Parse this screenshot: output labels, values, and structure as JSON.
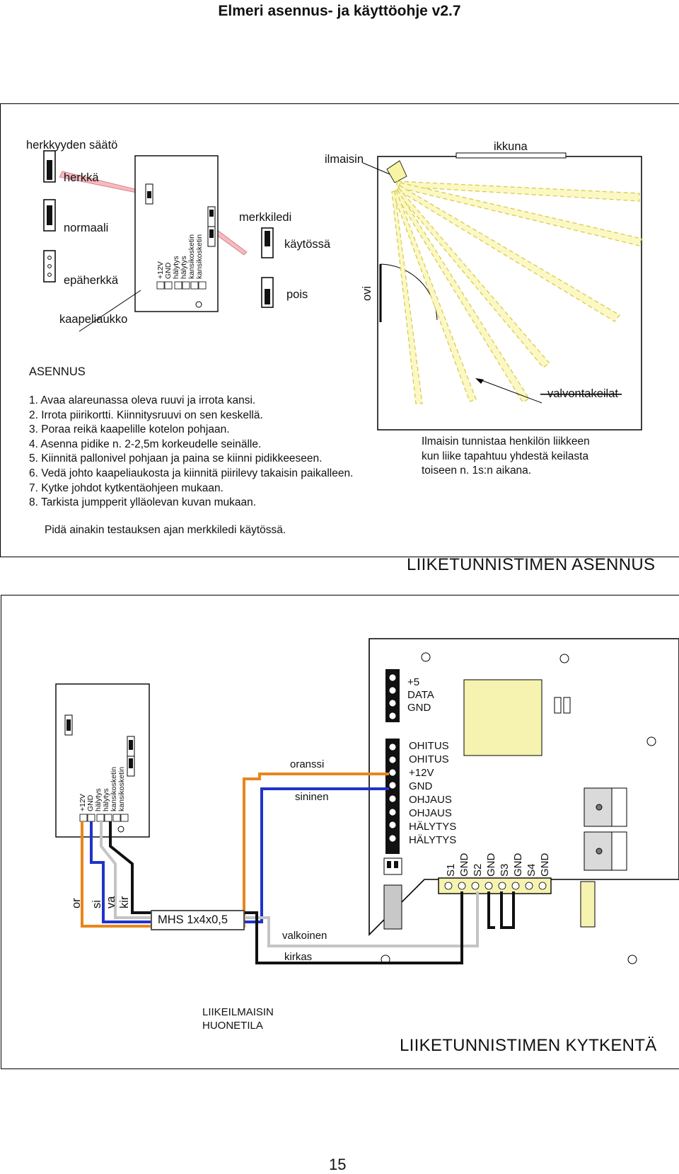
{
  "doc_title": "Elmeri asennus- ja käyttöohje v2.7",
  "section1": {
    "heading": "LIIKETUNNISTIMEN ASENNUS",
    "labels": {
      "sensitivity": "herkkyyden säätö",
      "sensitive": "herkkä",
      "normal": "normaali",
      "insensitive": "epäherkkä",
      "cable_hole": "kaapeliaukko",
      "detector": "ilmaisin",
      "indicator_led": "merkkiledi",
      "in_use": "käytössä",
      "off": "pois",
      "window": "ikkuna",
      "door": "ovi",
      "beams": "valvontakeilat"
    },
    "terminal_labels": [
      "+12V",
      "GND",
      "hälytys",
      "hälytys",
      "kansikosketin",
      "kansikosketin"
    ],
    "assembly_heading": "ASENNUS",
    "steps": [
      "1. Avaa alareunassa oleva ruuvi ja irrota kansi.",
      "2. Irrota piirikortti. Kiinnitysruuvi on sen keskellä.",
      "3. Poraa reikä kaapelille kotelon pohjaan.",
      "4. Asenna pidike n. 2-2,5m korkeudelle seinälle.",
      "5. Kiinnitä pallonivel pohjaan ja paina se kiinni pidikkeeseen.",
      "6. Vedä johto kaapeliaukosta ja kiinnitä piirilevy takaisin paikalleen.",
      "7. Kytke johdot kytkentäohjeen mukaan.",
      "8. Tarkista jumpperit ylläolevan kuvan mukaan."
    ],
    "note_led": "Pidä ainakin testauksen ajan merkkiledi käytössä.",
    "detection_note": [
      "Ilmaisin tunnistaa henkilön liikkeen",
      "kun liike tapahtuu yhdestä keilasta",
      "toiseen n. 1s:n aikana."
    ]
  },
  "section2": {
    "heading": "LIIKETUNNISTIMEN KYTKENTÄ",
    "room_label": [
      "LIIKEILMAISIN",
      "HUONETILA"
    ],
    "terminal_labels": [
      "+12V",
      "GND",
      "hälytys",
      "hälytys",
      "kansikosketin",
      "kansikosketin"
    ],
    "wire_short": [
      "or",
      "si",
      "va",
      "kir"
    ],
    "cable": "MHS 1x4x0,5",
    "wire_names": {
      "orange": "oranssi",
      "blue": "sininen",
      "white": "valkoinen",
      "black": "kirkas"
    },
    "top_connector": [
      "+5",
      "DATA",
      "GND"
    ],
    "main_connector": [
      "OHITUS",
      "OHITUS",
      "+12V",
      "GND",
      "OHJAUS",
      "OHJAUS",
      "HÄLYTYS",
      "HÄLYTYS"
    ],
    "bottom_connector": [
      "S1",
      "GND",
      "S2",
      "GND",
      "S3",
      "GND",
      "S4",
      "GND"
    ],
    "wire_colors": {
      "orange": "#e8861c",
      "blue": "#1f33c9",
      "white": "#c4c4c4",
      "black": "#111111"
    }
  },
  "page_number": "15"
}
